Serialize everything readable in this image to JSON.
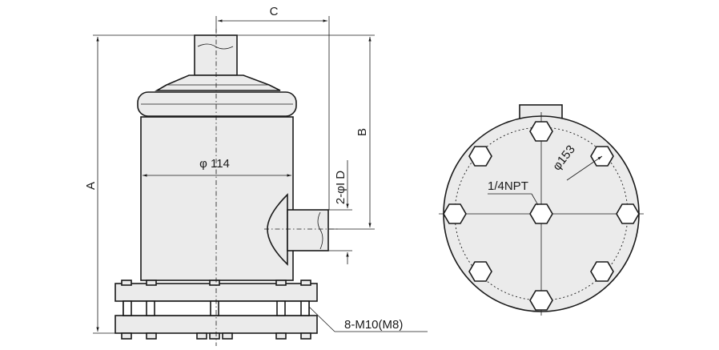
{
  "labels": {
    "dim_a": "A",
    "dim_b": "B",
    "dim_c": "C",
    "dim_d": "2-φI D",
    "diameter_114": "φ 114",
    "diameter_153": "φ153",
    "port": "1/4NPT",
    "bolts": "8-M10(M8)"
  }
}
